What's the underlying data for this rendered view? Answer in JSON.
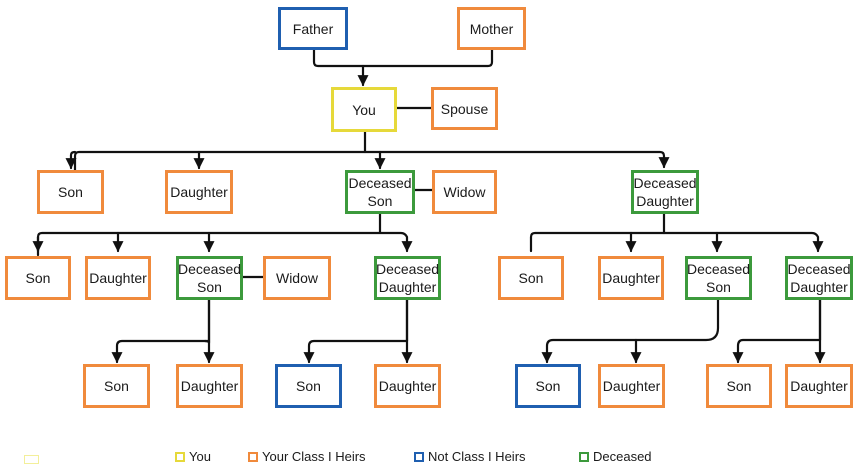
{
  "colors": {
    "you": "#e6d93a",
    "class1": "#f08a3c",
    "not_class1": "#1f5fb0",
    "deceased": "#3c9a3c",
    "line": "#111111"
  },
  "nodes": {
    "father": {
      "label": "Father",
      "cat": "not_class1"
    },
    "mother": {
      "label": "Mother",
      "cat": "class1"
    },
    "you": {
      "label": "You",
      "cat": "you"
    },
    "spouse": {
      "label": "Spouse",
      "cat": "class1"
    },
    "son1": {
      "label": "Son",
      "cat": "class1"
    },
    "daughter1": {
      "label": "Daughter",
      "cat": "class1"
    },
    "deceased_son": {
      "label": "Deceased Son",
      "cat": "deceased"
    },
    "widow1": {
      "label": "Widow",
      "cat": "class1"
    },
    "deceased_daughter": {
      "label": "Deceased Daughter",
      "cat": "deceased"
    },
    "ds_son": {
      "label": "Son",
      "cat": "class1"
    },
    "ds_daughter": {
      "label": "Daughter",
      "cat": "class1"
    },
    "ds_deceased_son": {
      "label": "Deceased Son",
      "cat": "deceased"
    },
    "widow2": {
      "label": "Widow",
      "cat": "class1"
    },
    "ds_deceased_daughter": {
      "label": "Deceased Daughter",
      "cat": "deceased"
    },
    "dd_son": {
      "label": "Son",
      "cat": "class1"
    },
    "dd_daughter": {
      "label": "Daughter",
      "cat": "class1"
    },
    "dd_deceased_son": {
      "label": "Deceased Son",
      "cat": "deceased"
    },
    "dd_deceased_daughter": {
      "label": "Deceased Daughter",
      "cat": "deceased"
    },
    "dsds_son": {
      "label": "Son",
      "cat": "class1"
    },
    "dsds_daughter": {
      "label": "Daughter",
      "cat": "class1"
    },
    "dsdd_son": {
      "label": "Son",
      "cat": "not_class1"
    },
    "dsdd_daughter": {
      "label": "Daughter",
      "cat": "class1"
    },
    "ddds_son": {
      "label": "Son",
      "cat": "not_class1"
    },
    "ddds_daughter": {
      "label": "Daughter",
      "cat": "class1"
    },
    "dddd_son": {
      "label": "Son",
      "cat": "class1"
    },
    "dddd_daughter": {
      "label": "Daughter",
      "cat": "class1"
    }
  },
  "legend": [
    {
      "label": "You",
      "cat": "you"
    },
    {
      "label": "Your Class I Heirs",
      "cat": "class1"
    },
    {
      "label": "Not Class I Heirs",
      "cat": "not_class1"
    },
    {
      "label": "Deceased",
      "cat": "deceased"
    }
  ]
}
